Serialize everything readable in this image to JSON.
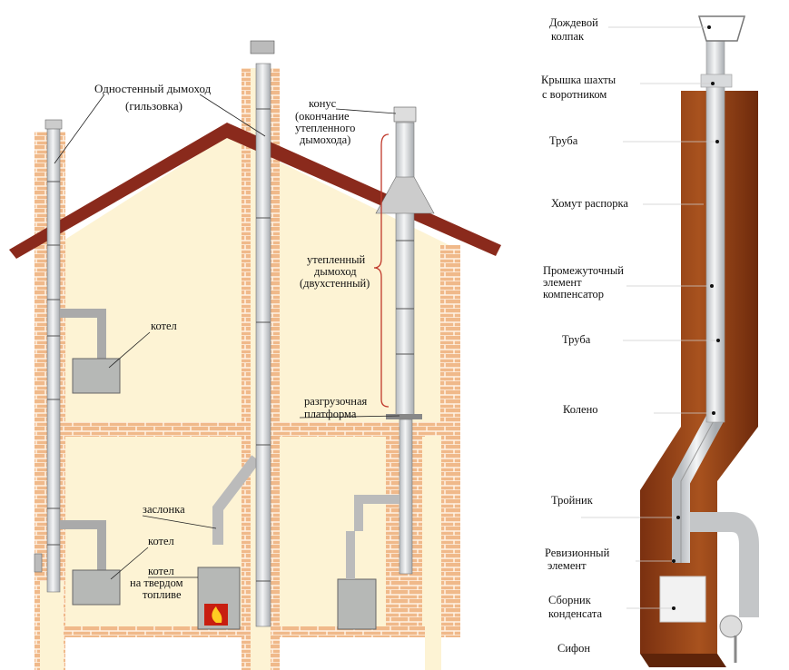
{
  "house": {
    "single_wall_flue": [
      "Одностенный дымоход",
      "(гильзовка)"
    ],
    "cone": [
      "конус",
      "(окончание",
      "утепленного",
      "дымохода)"
    ],
    "insulated_flue": [
      "утепленный",
      "дымоход",
      "(двухстенный)"
    ],
    "platform": [
      "разгрузочная",
      "платформа"
    ],
    "boiler_upper": "котел",
    "damper": "заслонка",
    "boiler_lower": "котел",
    "solid_fuel_boiler": [
      "котел",
      "на твердом",
      "топливе"
    ]
  },
  "shaft": {
    "rain_cap": [
      "Дождевой",
      "колпак"
    ],
    "shaft_cover": [
      "Крышка шахты",
      "с воротником"
    ],
    "pipe_top": "Труба",
    "spacer_clamp": "Хомут распорка",
    "compensator": [
      "Промежуточный",
      "элемент",
      "компенсатор"
    ],
    "pipe_mid": "Труба",
    "elbow": "Колено",
    "tee": "Тройник",
    "revision": [
      "Ревизионный",
      "элемент"
    ],
    "condensate": [
      "Сборник",
      "конденсата"
    ],
    "siphon": "Сифон"
  },
  "colors": {
    "brick": "#e8a572",
    "interior": "#fdf3d4",
    "roof": "#8a2a1c",
    "shaft": "#9a4a1e",
    "steel": "#d8dadc"
  }
}
